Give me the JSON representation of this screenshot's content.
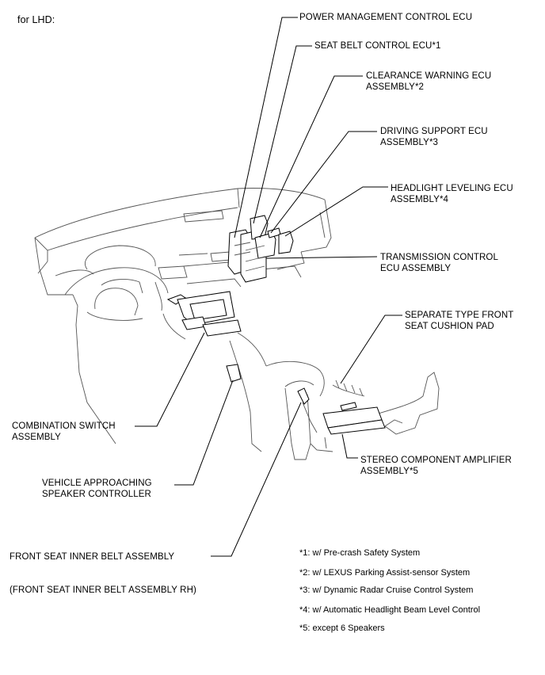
{
  "header": {
    "variant": "for LHD:"
  },
  "labels": {
    "power_mgmt": "POWER MANAGEMENT CONTROL ECU",
    "seat_belt": "SEAT BELT CONTROL ECU*1",
    "clearance": "CLEARANCE WARNING ECU\nASSEMBLY*2",
    "driving_support": "DRIVING SUPPORT ECU\nASSEMBLY*3",
    "headlight": "HEADLIGHT LEVELING ECU\nASSEMBLY*4",
    "transmission": "TRANSMISSION CONTROL\nECU ASSEMBLY",
    "seat_cushion": "SEPARATE TYPE FRONT\nSEAT CUSHION PAD",
    "combination": "COMBINATION SWITCH\nASSEMBLY",
    "stereo": "STEREO COMPONENT AMPLIFIER\nASSEMBLY*5",
    "vehicle_speaker": "VEHICLE APPROACHING\nSPEAKER CONTROLLER",
    "front_seat_belt": "FRONT SEAT INNER BELT ASSEMBLY",
    "front_seat_belt_rh": "(FRONT SEAT INNER BELT ASSEMBLY RH)"
  },
  "notes": [
    "*1: w/ Pre-crash Safety System",
    "*2: w/ LEXUS Parking Assist-sensor System",
    "*3: w/ Dynamic Radar Cruise Control System",
    "*4: w/ Automatic Headlight Beam Level Control",
    "*5: except 6 Speakers"
  ]
}
